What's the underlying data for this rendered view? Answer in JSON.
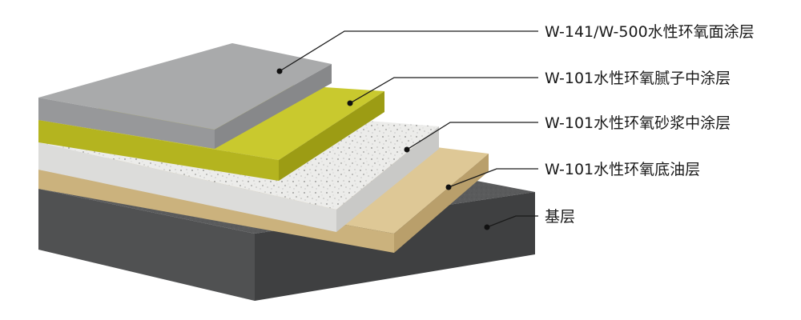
{
  "layers": [
    {
      "id": "top-coat",
      "label": "W-141/W-500水性环氧面涂层",
      "color": "#a9aaab"
    },
    {
      "id": "putty-mid-coat",
      "label": "W-101水性环氧腻子中涂层",
      "color": "#c2c22a"
    },
    {
      "id": "mortar-mid-coat",
      "label": "W-101水性环氧砂浆中涂层",
      "color": "#ececea"
    },
    {
      "id": "primer-coat",
      "label": "W-101水性环氧底油层",
      "color": "#dcc596"
    },
    {
      "id": "substrate",
      "label": "基层",
      "color": "#575859"
    }
  ]
}
